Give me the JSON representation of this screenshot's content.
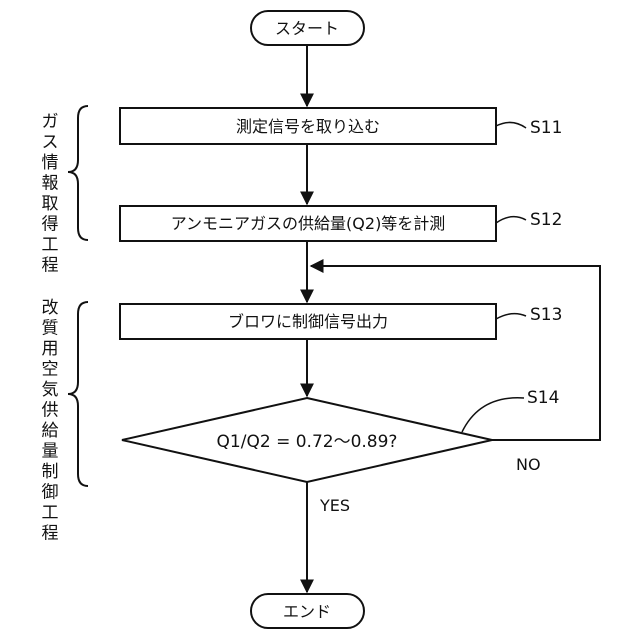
{
  "start_label": "スタート",
  "end_label": "エンド",
  "steps": [
    {
      "id": "S11",
      "text": "測定信号を取り込む"
    },
    {
      "id": "S12",
      "text": "アンモニアガスの供給量(Q2)等を計測"
    },
    {
      "id": "S13",
      "text": "ブロワに制御信号出力"
    }
  ],
  "decision": {
    "id": "S14",
    "text": "Q1/Q2 = 0.72～0.89?",
    "yes_label": "YES",
    "no_label": "NO"
  },
  "phases": [
    {
      "label": "ガス情報取得工程"
    },
    {
      "label": "改質用空気供給量制御工程"
    }
  ]
}
